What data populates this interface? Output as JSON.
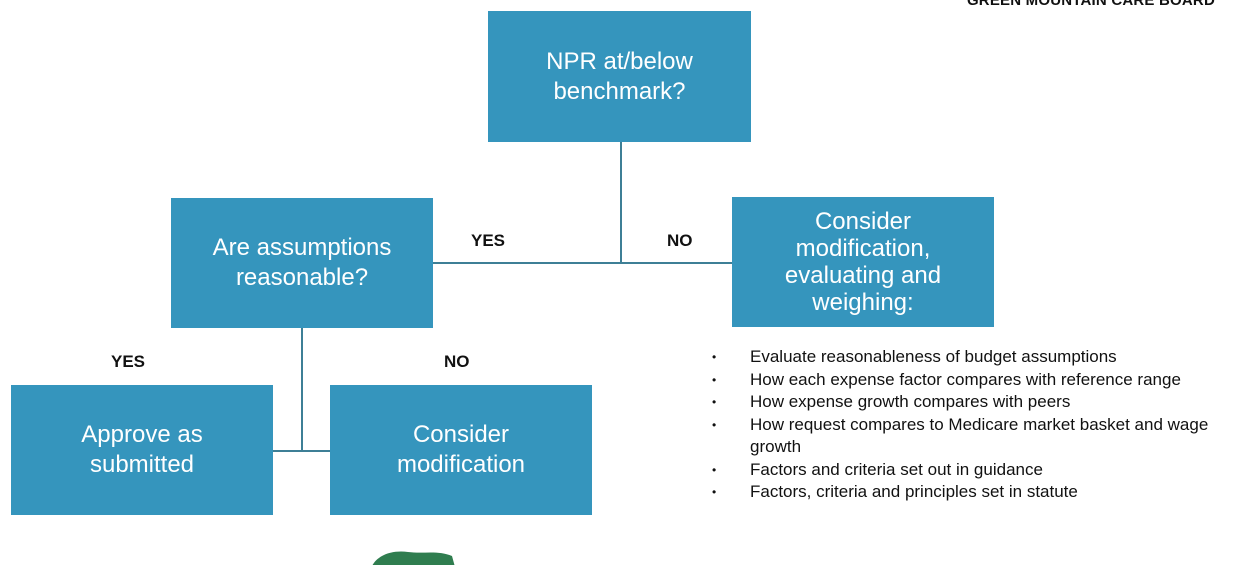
{
  "header": {
    "organization": "GREEN MOUNTAIN CARE BOARD"
  },
  "diagram": {
    "nodes": {
      "npr_question": [
        "NPR at/below",
        "benchmark?"
      ],
      "assumptions_question": [
        "Are assumptions",
        "reasonable?"
      ],
      "consider_weighing": [
        "Consider",
        "modification,",
        "evaluating and",
        "weighing:"
      ],
      "approve": [
        "Approve as",
        "submitted"
      ],
      "consider_modification": [
        "Consider",
        "modification"
      ]
    },
    "edge_labels": {
      "npr_yes": "YES",
      "npr_no": "NO",
      "assumptions_yes": "YES",
      "assumptions_no": "NO"
    },
    "criteria": [
      "Evaluate reasonableness of budget assumptions",
      "How each expense factor compares with reference range",
      "How expense growth compares with peers",
      "How request compares to Medicare market basket and wage growth",
      "Factors and criteria set out in guidance",
      "Factors, criteria and principles set in statute"
    ]
  },
  "colors": {
    "box_fill": "#3595bd",
    "connector": "#3e7f96",
    "logo_green": "#2f7d4f"
  }
}
